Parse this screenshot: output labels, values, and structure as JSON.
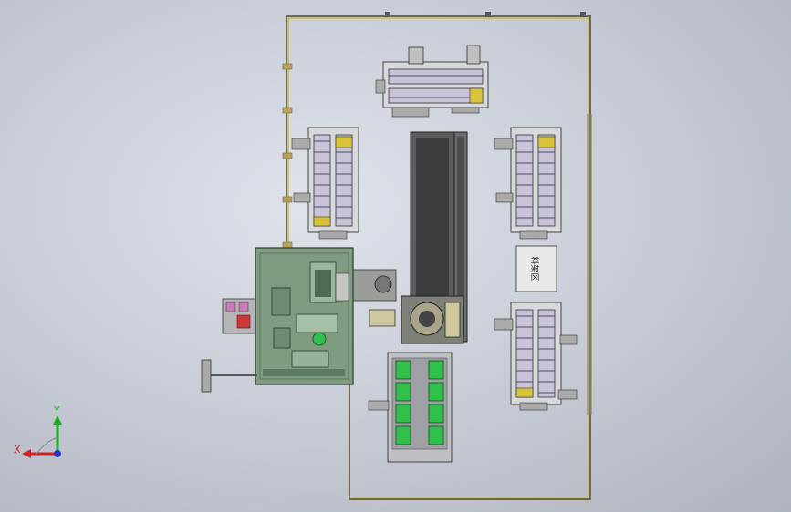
{
  "viewport": {
    "width": 867,
    "height": 562
  },
  "colors": {
    "frame": "#b9a25a",
    "frame_dark": "#6d6a4c",
    "cell_green": "#7f9b80",
    "cell_green_dark": "#4e6a52",
    "rack_gray": "#d8d9dc",
    "magazine_purple": "#c8c0d8",
    "magazine_yellow": "#d8c23a",
    "conveyor_dark": "#3a3c3e",
    "tray_green": "#2fbf4a",
    "red_part": "#c93a3a",
    "axis_x": "#d42020",
    "axis_y": "#18b018",
    "axis_origin": "#2a34c8"
  },
  "station_label": "料架区",
  "axis_triad": {
    "x_label": "X",
    "y_label": "Y"
  }
}
